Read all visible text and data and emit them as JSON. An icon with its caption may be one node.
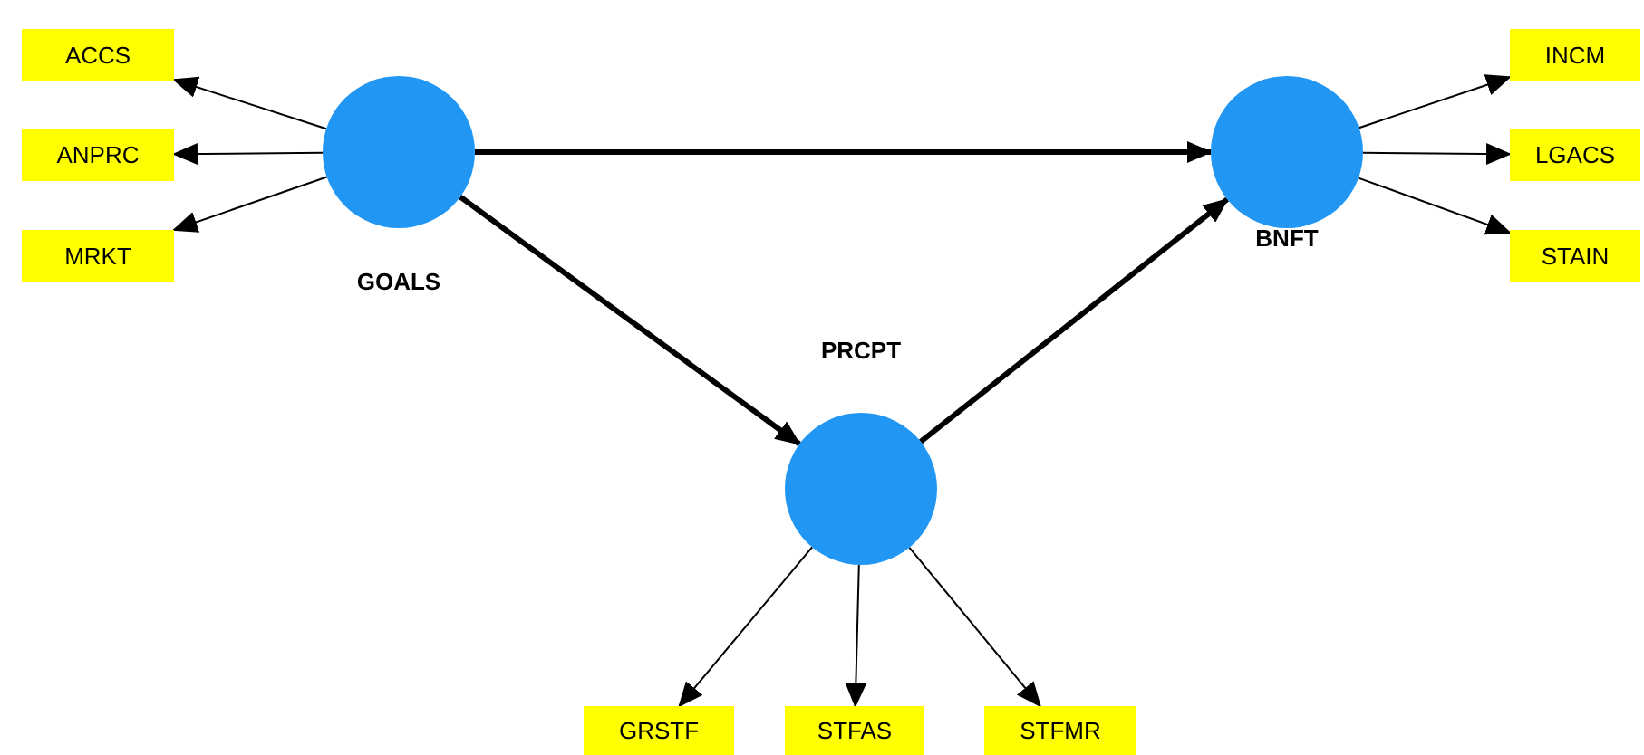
{
  "diagram": {
    "nodes": [
      {
        "text": [
          "GOALS"
        ]
      },
      {
        "text": [
          "PRCPT"
        ]
      },
      {
        "text": [
          "BNFT"
        ]
      },
      {
        "text": [
          "ACCS"
        ]
      },
      {
        "text": [
          "ANPRC"
        ]
      },
      {
        "text": [
          "MRKT"
        ]
      },
      {
        "text": [
          "INCM"
        ]
      },
      {
        "text": [
          "LGACS"
        ]
      },
      {
        "text": [
          "STAIN"
        ]
      },
      {
        "text": [
          "GRSTF"
        ]
      },
      {
        "text": [
          "STFAS"
        ]
      },
      {
        "text": [
          "STFMR"
        ]
      }
    ],
    "edges": [
      {
        "from": 0,
        "to": 3,
        "arrow": "to"
      },
      {
        "from": 0,
        "to": 4,
        "arrow": "to"
      },
      {
        "from": 0,
        "to": 5,
        "arrow": "to"
      },
      {
        "from": 0,
        "to": 2,
        "arrow": "to",
        "style": "thick"
      },
      {
        "from": 0,
        "to": 1,
        "arrow": "to",
        "style": "thick"
      },
      {
        "from": 1,
        "to": 2,
        "arrow": "to",
        "style": "thick"
      },
      {
        "from": 2,
        "to": 6,
        "arrow": "to"
      },
      {
        "from": 2,
        "to": 7,
        "arrow": "to"
      },
      {
        "from": 2,
        "to": 8,
        "arrow": "to"
      },
      {
        "from": 1,
        "to": 9,
        "arrow": "to"
      },
      {
        "from": 1,
        "to": 10,
        "arrow": "to"
      },
      {
        "from": 1,
        "to": 11,
        "arrow": "to"
      }
    ]
  }
}
